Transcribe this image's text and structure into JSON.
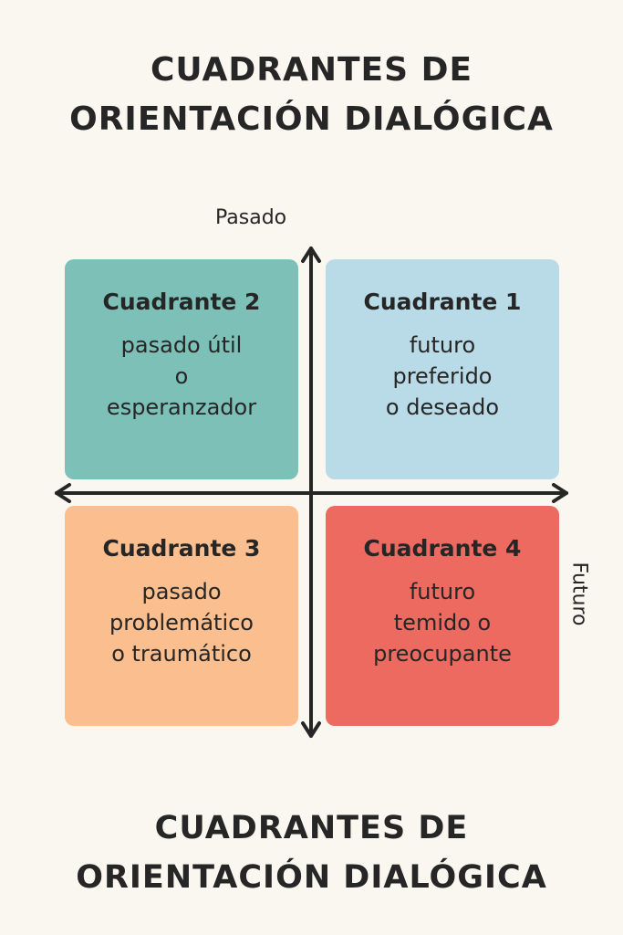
{
  "title_top": [
    "CUADRANTES DE",
    "ORIENTACIÓN DIALÓGICA"
  ],
  "title_bottom": [
    "CUADRANTES DE",
    "ORIENTACIÓN DIALÓGICA"
  ],
  "axes": {
    "vertical_label": "Pasado",
    "horizontal_label": "Futuro"
  },
  "quadrants": [
    {
      "heading": "Cuadrante 1",
      "lines": [
        "futuro",
        "preferido",
        "o deseado"
      ],
      "color": "#b8dbe7"
    },
    {
      "heading": "Cuadrante 2",
      "lines": [
        "pasado útil",
        "o",
        "esperanzador"
      ],
      "color": "#7cc0b8"
    },
    {
      "heading": "Cuadrante 3",
      "lines": [
        "pasado",
        "problemático",
        "o traumático"
      ],
      "color": "#fbbe8f"
    },
    {
      "heading": "Cuadrante 4",
      "lines": [
        "futuro",
        "temido o",
        "preocupante"
      ],
      "color": "#ec6a60"
    }
  ]
}
